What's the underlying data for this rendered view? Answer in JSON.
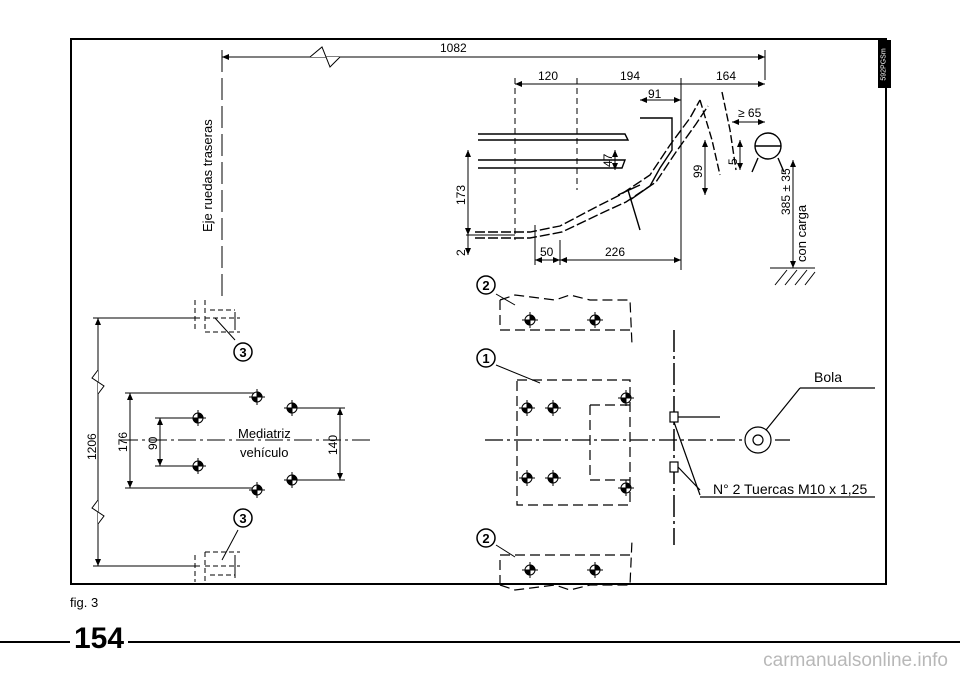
{
  "figure": {
    "label": "fig. 3",
    "ref_code": "592PGSm",
    "page_number": "154",
    "watermark": "carmanualsonline.info"
  },
  "labels": {
    "rear_axle": "Eje ruedas traseras",
    "centerline_1": "Mediatriz",
    "centerline_2": "vehículo",
    "ball": "Bola",
    "nuts": "N° 2 Tuercas M10 x 1,25",
    "load_1": "385 ± 35",
    "load_2": "con carga"
  },
  "dimensions": {
    "d1082": "1082",
    "d120": "120",
    "d194": "194",
    "d164": "164",
    "d91": "91",
    "d65": "≥ 65",
    "d47": "47",
    "d99": "99",
    "d5": "5",
    "d173": "173",
    "d2": "2",
    "d50": "50",
    "d226": "226",
    "d1206": "1206",
    "d176": "176",
    "d90": "90",
    "d140": "140"
  },
  "callouts": {
    "c1": "1",
    "c2a": "2",
    "c2b": "2",
    "c3a": "3",
    "c3b": "3"
  }
}
